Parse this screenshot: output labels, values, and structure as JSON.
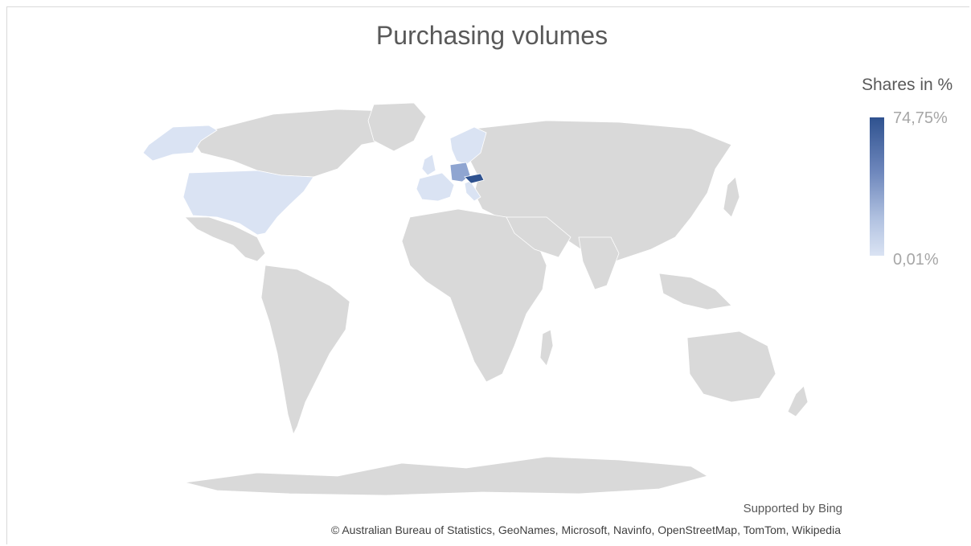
{
  "title": "Purchasing volumes",
  "legend": {
    "title": "Shares in %",
    "max_label": "74,75%",
    "min_label": "0,01%",
    "color_low": "#dae3f3",
    "color_high": "#2f528f"
  },
  "attribution": {
    "supported_by": "Supported by Bing",
    "copyright": "© Australian Bureau of Statistics, GeoNames, Microsoft, Navinfo, OpenStreetMap, TomTom, Wikipedia"
  },
  "colors": {
    "land": "#d9d9d9",
    "border": "#ffffff",
    "title_text": "#595959"
  },
  "highlighted_regions": [
    {
      "name": "Austria",
      "level": "highest"
    },
    {
      "name": "Germany",
      "level": "medium"
    },
    {
      "name": "Switzerland",
      "level": "medium"
    },
    {
      "name": "United States",
      "level": "low"
    },
    {
      "name": "Alaska",
      "level": "low"
    },
    {
      "name": "France",
      "level": "low"
    },
    {
      "name": "Spain",
      "level": "low"
    },
    {
      "name": "Italy",
      "level": "low"
    },
    {
      "name": "Scandinavia",
      "level": "low"
    },
    {
      "name": "United Kingdom",
      "level": "low"
    },
    {
      "name": "Czech Republic",
      "level": "low"
    },
    {
      "name": "Poland",
      "level": "low"
    }
  ]
}
